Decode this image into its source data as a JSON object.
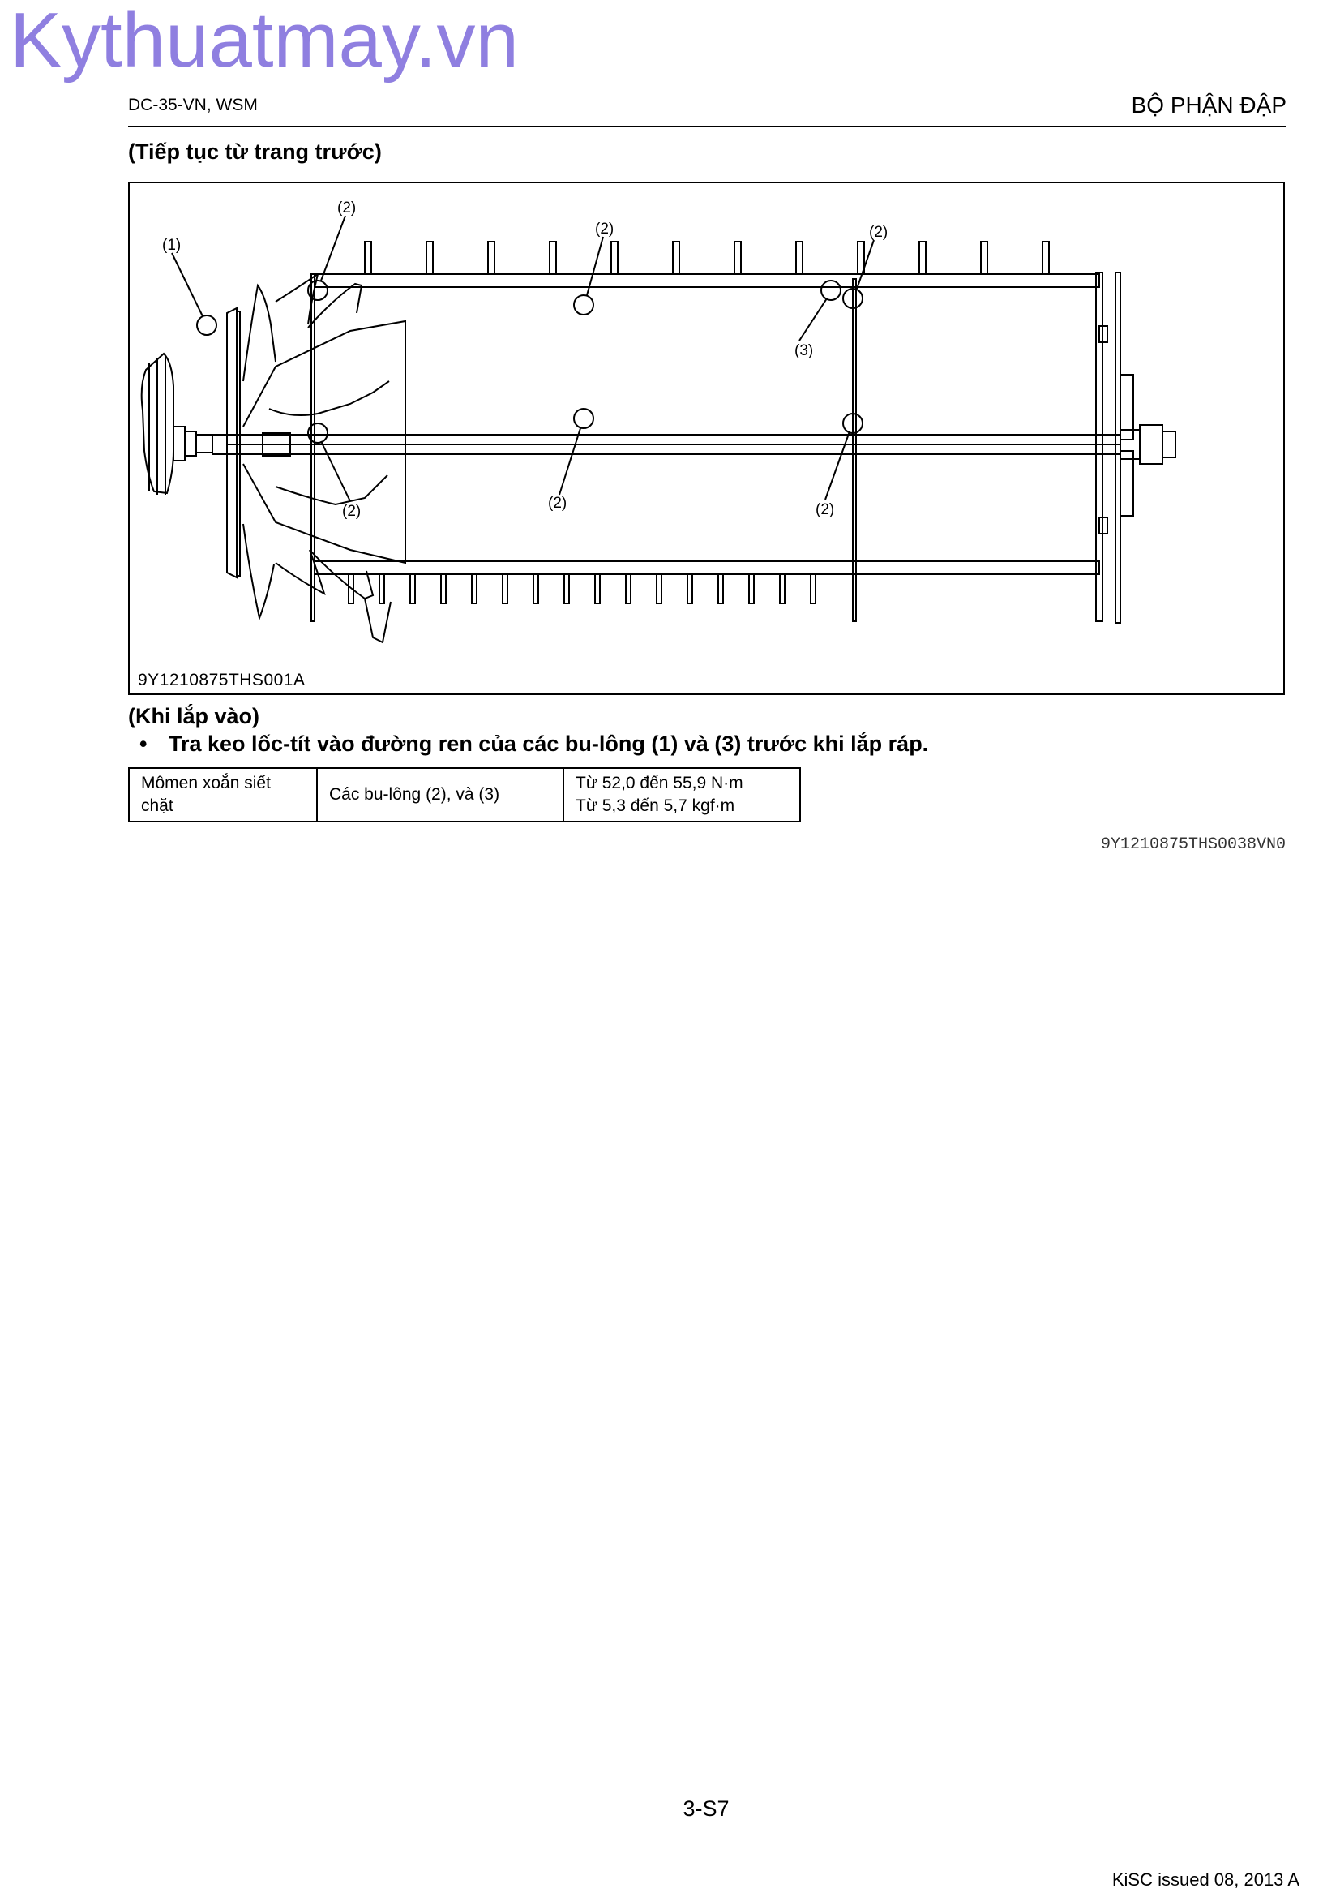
{
  "watermark": "Kythuatmay.vn",
  "header": {
    "left": "DC-35-VN, WSM",
    "right": "BỘ PHẬN ĐẬP"
  },
  "continued": "(Tiếp tục từ trang trước)",
  "figure": {
    "code": "9Y1210875THS001A",
    "callouts": [
      "(1)",
      "(2)",
      "(3)"
    ]
  },
  "installing": {
    "heading": "(Khi lắp vào)",
    "bullet": "Tra keo lốc-tít vào đường ren của các bu-lông (1) và (3) trước khi lắp ráp."
  },
  "torque_table": {
    "label": "Mômen xoắn siết chặt",
    "bolts": "Các bu-lông (2), và (3)",
    "value_nm": "Từ 52,0 đến 55,9 N·m",
    "value_kgfm": "Từ 5,3 đến 5,7 kgf·m"
  },
  "doc_code": "9Y1210875THS0038VN0",
  "page_number": "3-S7",
  "issued": "KiSC issued 08, 2013 A"
}
